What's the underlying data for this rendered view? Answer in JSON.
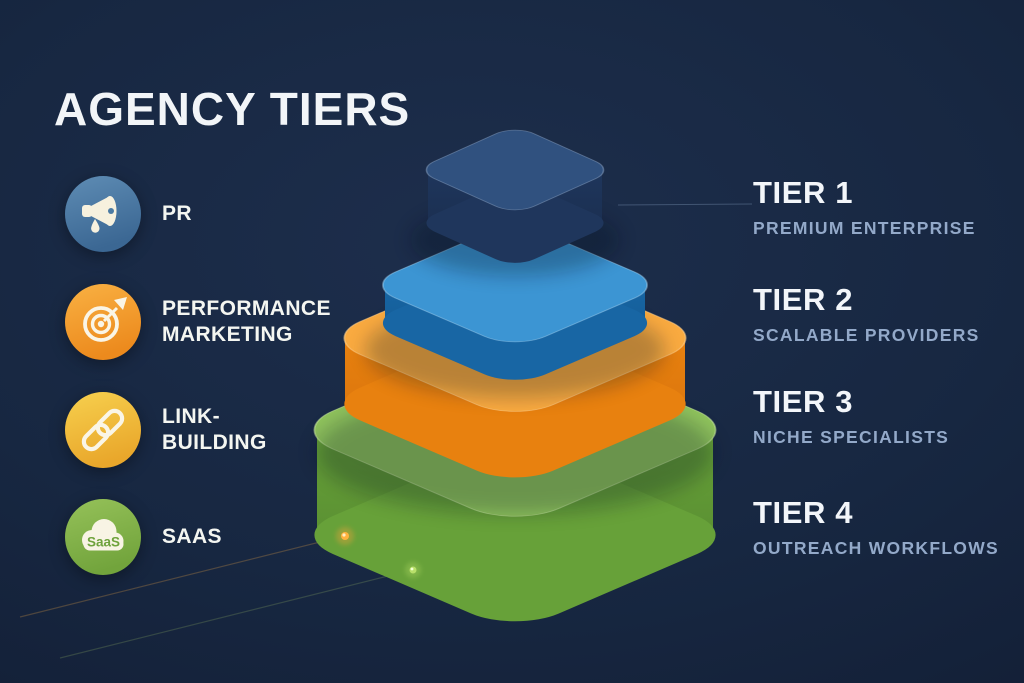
{
  "title": "AGENCY TIERS",
  "background_color": "#16243e",
  "sidebar": {
    "items": [
      {
        "label": "PR",
        "icon": "megaphone-icon",
        "circle_top": "#5e8cb4",
        "circle_bottom": "#3b6793"
      },
      {
        "label": "PERFORMANCE\nMARKETING",
        "icon": "target-icon",
        "circle_top": "#f9b143",
        "circle_bottom": "#ec8a1d"
      },
      {
        "label": "LINK-\nBUILDING",
        "icon": "chain-link-icon",
        "circle_top": "#f7d04e",
        "circle_bottom": "#e9a72b"
      },
      {
        "label": "SAAS",
        "icon": "cloud-saas-icon",
        "cloud_text": "SaaS",
        "circle_top": "#95c159",
        "circle_bottom": "#72a43c"
      }
    ]
  },
  "tiers": [
    {
      "name": "TIER 1",
      "description": "PREMIUM ENTERPRISE"
    },
    {
      "name": "TIER 2",
      "description": "SCALABLE PROVIDERS"
    },
    {
      "name": "TIER 3",
      "description": "NICHE SPECIALISTS"
    },
    {
      "name": "TIER 4",
      "description": "OUTREACH WORKFLOWS"
    }
  ],
  "pyramid": {
    "layers": [
      {
        "tier": "TIER 1",
        "top_light": "#30517f",
        "top_dark": "#243f69",
        "side": "#1f365c",
        "side_dark": "#172a49"
      },
      {
        "tier": "TIER 2",
        "top_light": "#3c95d3",
        "top_dark": "#1e74b2",
        "side": "#1866a4",
        "side_dark": "#0f5086"
      },
      {
        "tier": "TIER 3",
        "top_light": "#f9aa40",
        "top_dark": "#f08a16",
        "side": "#e8810f",
        "side_dark": "#d06c0b"
      },
      {
        "tier": "TIER 4",
        "top_light": "#8fc35d",
        "top_dark": "#70a93e",
        "side": "#67a139",
        "side_dark": "#4f812c"
      }
    ]
  },
  "accents": {
    "tier_name_color": "#f3f6fa",
    "tier_desc_color": "#93a9c9",
    "glow_orange": "#ffb23e",
    "glow_green": "#b9e06a"
  }
}
